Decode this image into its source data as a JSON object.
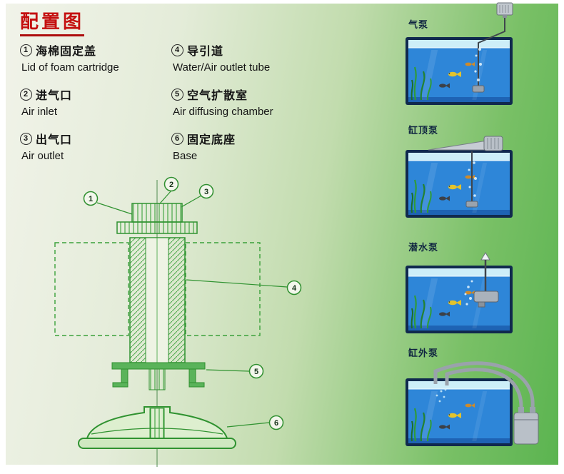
{
  "title": "配置图",
  "legend": {
    "items": [
      {
        "num": "1",
        "zh": "海棉固定盖",
        "en": "Lid of foam cartridge"
      },
      {
        "num": "2",
        "zh": "进气口",
        "en": "Air inlet"
      },
      {
        "num": "3",
        "zh": "出气口",
        "en": "Air outlet"
      },
      {
        "num": "4",
        "zh": "导引道",
        "en": "Water/Air outlet tube"
      },
      {
        "num": "5",
        "zh": "空气扩散室",
        "en": "Air diffusing chamber"
      },
      {
        "num": "6",
        "zh": "固定底座",
        "en": "Base"
      }
    ]
  },
  "diagram": {
    "callouts": [
      "1",
      "2",
      "3",
      "4",
      "5",
      "6"
    ]
  },
  "pumps": {
    "items": [
      {
        "label": "气泵"
      },
      {
        "label": "缸顶泵"
      },
      {
        "label": "潜水泵"
      },
      {
        "label": "缸外泵"
      }
    ]
  },
  "colors": {
    "title_red": "#c40f0f",
    "diagram_green": "#2f9230",
    "water_blue": "#2e86d8",
    "background_green": "#5bb450"
  }
}
